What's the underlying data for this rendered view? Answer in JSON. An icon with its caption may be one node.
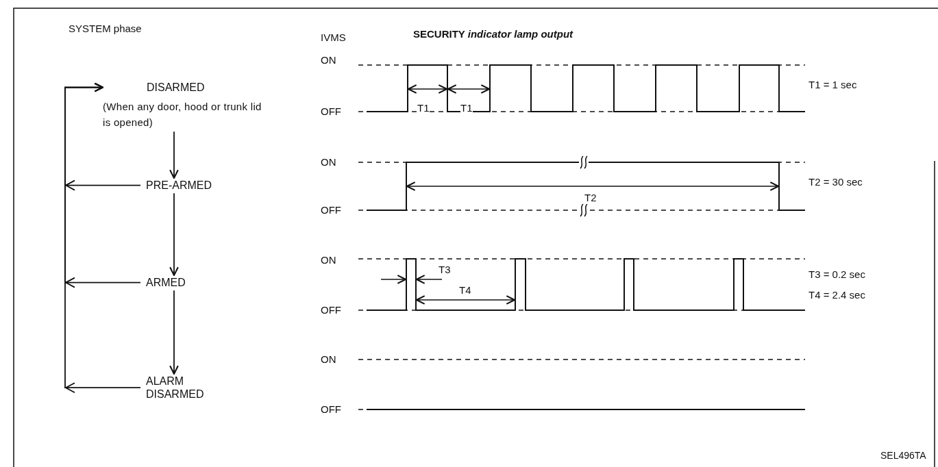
{
  "diagram": {
    "nodes": [
      {
        "text": [
          "DISARMED",
          "(When any door, hood or trunk lid is opened)"
        ]
      },
      {
        "text": [
          "PRE-ARMED"
        ]
      },
      {
        "text": [
          "ARMED"
        ]
      },
      {
        "text": [
          "ALARM DISARMED"
        ]
      }
    ],
    "edges": [
      {
        "from": 0,
        "to": 1,
        "arrow": "to"
      },
      {
        "from": 1,
        "to": 2,
        "arrow": "to"
      },
      {
        "from": 2,
        "to": 3,
        "arrow": "to"
      },
      {
        "from": 1,
        "to": 0,
        "arrow": "to"
      },
      {
        "from": 2,
        "to": 0,
        "arrow": "to"
      },
      {
        "from": 3,
        "to": 0,
        "arrow": "to"
      }
    ],
    "labels": [
      "SYSTEM phase",
      "IVMS",
      "SECURITY *indicator lamp output*",
      "ON",
      "OFF",
      "T1",
      "T1",
      "T1 = 1 sec",
      "ON",
      "T2",
      "OFF",
      "T2 = 30 sec",
      "ON",
      "T3",
      "T3 = 0.2 sec",
      "T4",
      "T4 = 2.4 sec",
      "OFF",
      "ON",
      "OFF",
      "SEL496TA"
    ]
  }
}
